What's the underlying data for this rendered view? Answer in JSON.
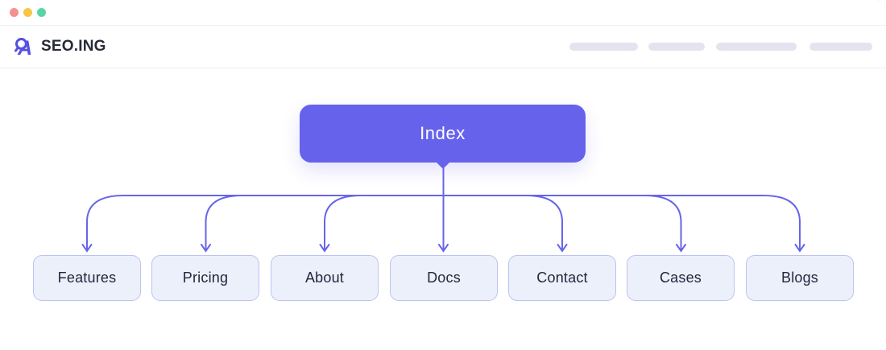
{
  "window_controls": {
    "dots": [
      {
        "name": "close-dot",
        "color": "#f2918f"
      },
      {
        "name": "minimize-dot",
        "color": "#f8c545"
      },
      {
        "name": "maximize-dot",
        "color": "#5ad3a6"
      }
    ]
  },
  "header": {
    "logo": {
      "brand_prefix": "SEO.",
      "brand_suffix": "ING",
      "icon": "magnifier-A-logo"
    },
    "nav_placeholder_count": 4
  },
  "sitemap": {
    "root": {
      "label": "Index"
    },
    "children": [
      {
        "label": "Features"
      },
      {
        "label": "Pricing"
      },
      {
        "label": "About"
      },
      {
        "label": "Docs"
      },
      {
        "label": "Contact"
      },
      {
        "label": "Cases"
      },
      {
        "label": "Blogs"
      }
    ]
  },
  "colors": {
    "accent_indigo": "#6762ec",
    "connector_line": "#6765e9",
    "child_fill": "#ecf0fb",
    "child_border": "#bcc3f1",
    "child_text": "#23273b",
    "brand_text": "#262b36",
    "nav_placeholder": "#e3e4ef",
    "dot_red": "#f2918f",
    "dot_yellow": "#f8c545",
    "dot_green": "#5ad3a6"
  }
}
